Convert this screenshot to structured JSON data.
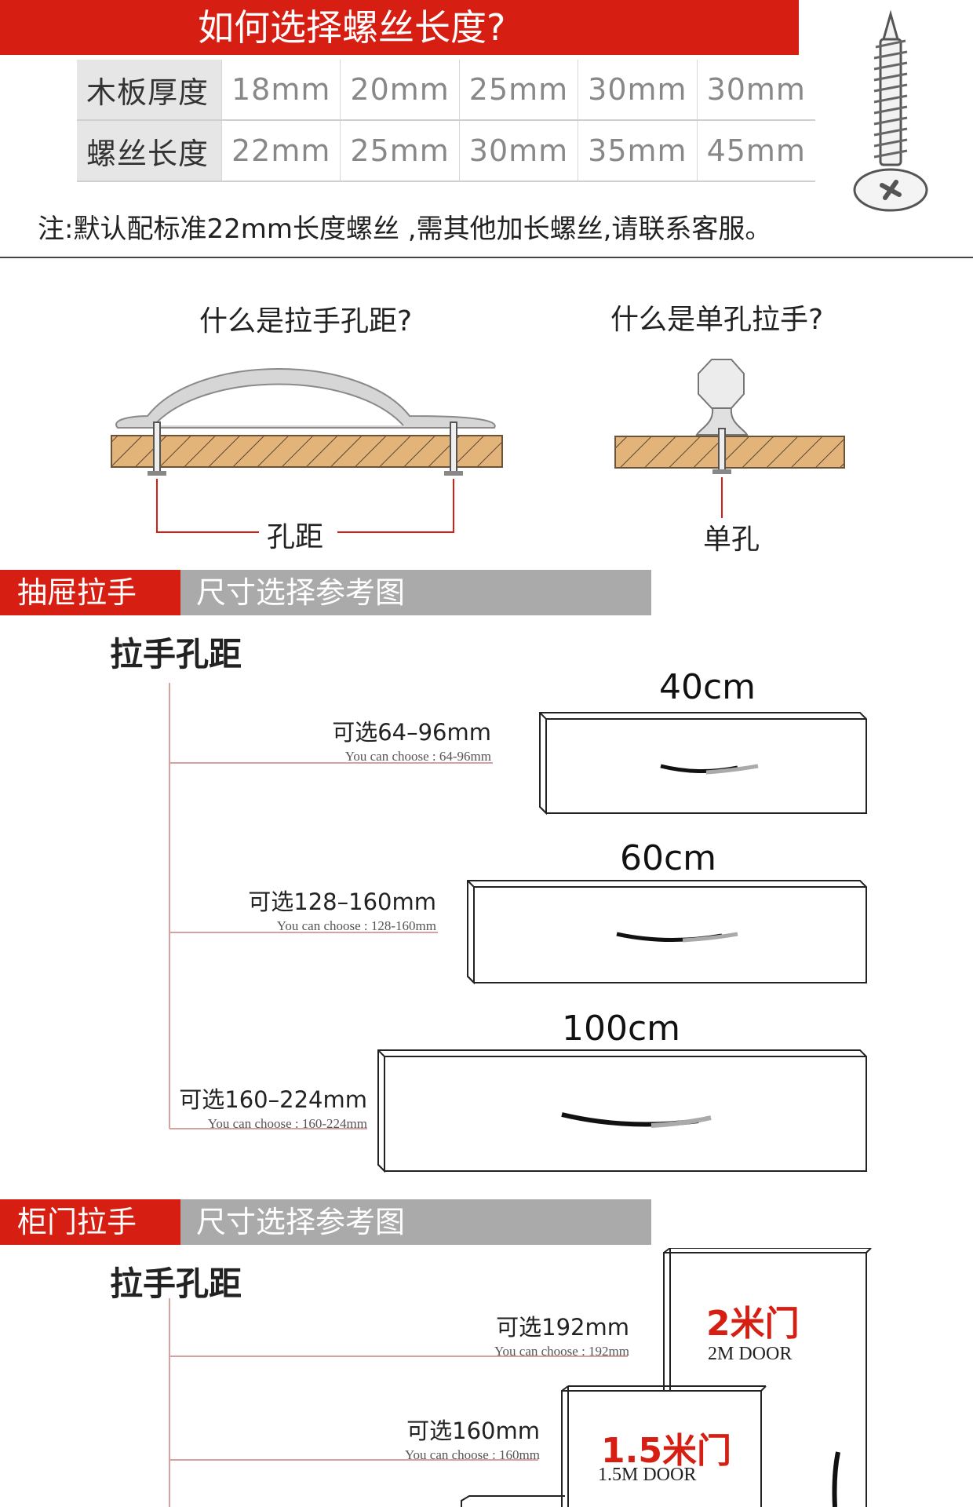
{
  "header": {
    "title": "如何选择螺丝长度?"
  },
  "screw_table": {
    "rows": [
      {
        "label": "木板厚度",
        "values": [
          "18mm",
          "20mm",
          "25mm",
          "30mm",
          "30mm"
        ]
      },
      {
        "label": "螺丝长度",
        "values": [
          "22mm",
          "25mm",
          "30mm",
          "35mm",
          "45mm"
        ]
      }
    ]
  },
  "note": "注:默认配标准22mm长度螺丝 ,需其他加长螺丝,请联系客服。",
  "diagrams": {
    "hole_distance": {
      "question": "什么是拉手孔距?",
      "label": "孔距"
    },
    "single_hole": {
      "question": "什么是单孔拉手?",
      "label": "单孔"
    }
  },
  "drawer_section": {
    "tag": "抽屉拉手",
    "subtitle": "尺寸选择参考图",
    "heading": "拉手孔距",
    "items": [
      {
        "width": "40cm",
        "cn": "可选64–96mm",
        "en": "You can choose : 64-96mm"
      },
      {
        "width": "60cm",
        "cn": "可选128–160mm",
        "en": "You can choose : 128-160mm"
      },
      {
        "width": "100cm",
        "cn": "可选160–224mm",
        "en": "You can choose : 160-224mm"
      }
    ]
  },
  "door_section": {
    "tag": "柜门拉手",
    "subtitle": "尺寸选择参考图",
    "heading": "拉手孔距",
    "items": [
      {
        "cn": "可选192mm",
        "en": "You can choose : 192mm",
        "door_cn": "2米门",
        "door_en": "2M DOOR"
      },
      {
        "cn": "可选160mm",
        "en": "You can choose : 160mm",
        "door_cn": "1.5米门",
        "door_en": "1.5M DOOR"
      }
    ]
  },
  "colors": {
    "brand_red": "#d61e12",
    "gray_band": "#aaaaaa",
    "wood": "#e2b47a"
  }
}
